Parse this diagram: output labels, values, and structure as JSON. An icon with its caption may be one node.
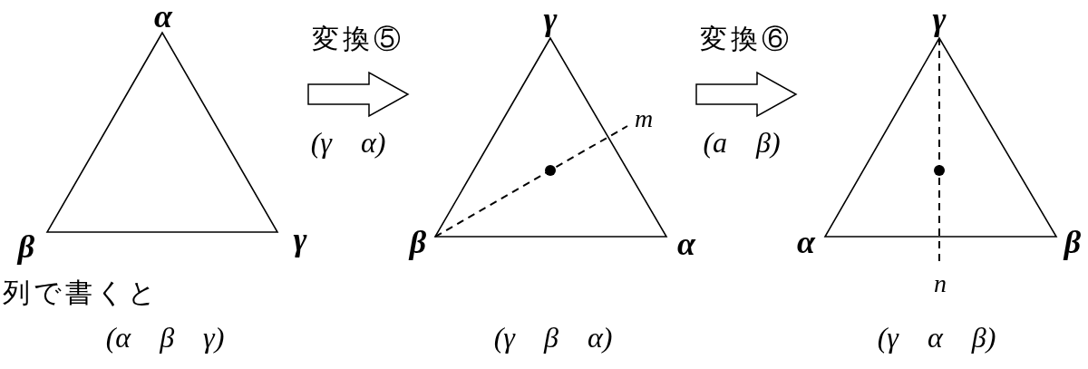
{
  "diagram": {
    "nodes": [
      {
        "text": [
          "α",
          "β",
          "γ"
        ],
        "beside": [
          "列で書くと",
          "(α β γ)"
        ]
      },
      {
        "text": [
          "γ",
          "m",
          "β",
          "α"
        ],
        "beside": [
          "(γ β α)"
        ]
      },
      {
        "text": [
          "γ",
          "α",
          "β"
        ],
        "beside": [
          "n",
          "(γ α β)"
        ]
      }
    ],
    "edges": [
      {
        "from": 0,
        "to": 1,
        "arrow": "to",
        "label": "変換⑤"
      },
      {
        "from": 1,
        "to": 2,
        "arrow": "to",
        "label": "変換⑥"
      }
    ],
    "labels": [
      "(γ α)",
      "(a β)"
    ]
  }
}
